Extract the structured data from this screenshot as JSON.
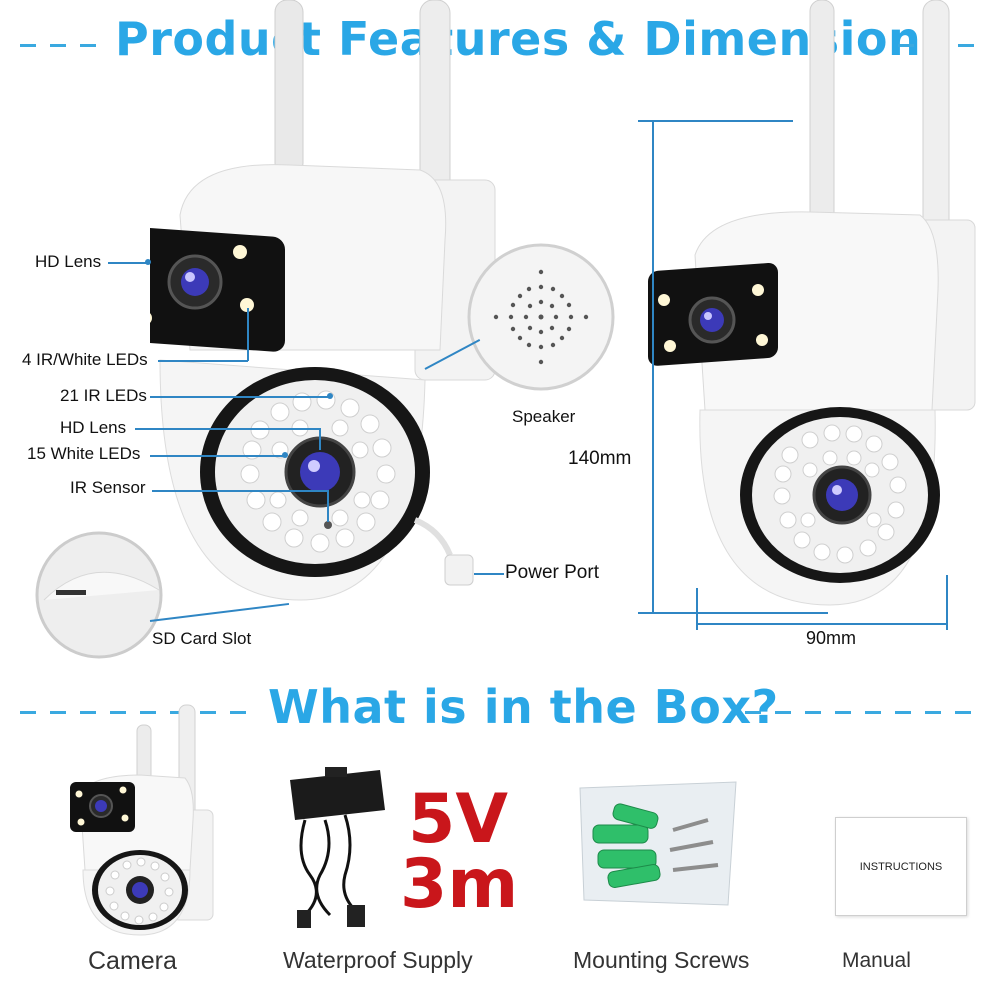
{
  "headings": {
    "features": "Product Features & Dimensions",
    "box": "What is in the Box?"
  },
  "callouts": {
    "hd_lens_top": "HD Lens",
    "ir_white_leds": "4 IR/White LEDs",
    "ir_leds_21": "21 IR LEDs",
    "hd_lens_bottom": "HD Lens",
    "white_leds_15": "15 White LEDs",
    "ir_sensor": "IR Sensor",
    "speaker": "Speaker",
    "power_port": "Power Port",
    "sd_card_slot": "SD Card Slot"
  },
  "dimensions": {
    "height": "140mm",
    "width": "90mm"
  },
  "box_items": [
    {
      "label": "Camera"
    },
    {
      "label": "Waterproof Supply"
    },
    {
      "label": "Mounting Screws"
    },
    {
      "label": "Manual"
    }
  ],
  "supply_spec": {
    "voltage": "5V",
    "length": "3m"
  },
  "manual_text": "INSTRUCTIONS",
  "colors": {
    "heading": "#2aa7e6",
    "callout_line": "#2f86c4",
    "spec_red": "#c9161b"
  }
}
